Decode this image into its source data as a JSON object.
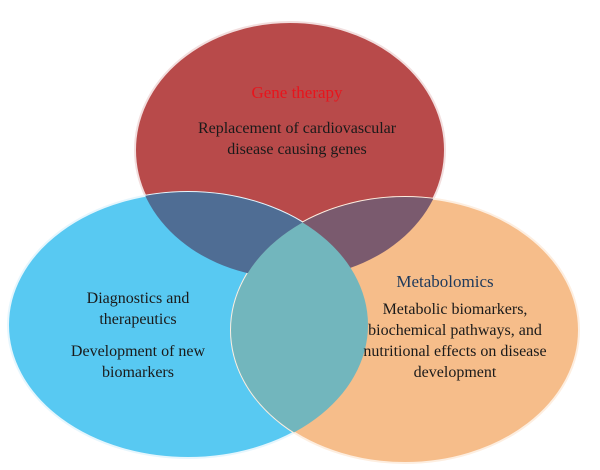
{
  "colors": {
    "background": "#ffffff",
    "gene_fill": "#b84a4a",
    "gene_stroke": "#f2dede",
    "gene_title": "#e8141c",
    "gene_text": "#1a1a1a",
    "diagnostics_fill": "#58c9f2",
    "diagnostics_stroke": "#e6f6fd",
    "diagnostics_text": "#1a1a1a",
    "metabolomics_fill": "#f6bd8a",
    "metabolomics_stroke": "#fdeee0",
    "metabolomics_title": "#1f3a5c",
    "metabolomics_text": "#1a1a1a",
    "overlap_gene_diag": "#4f6d94",
    "overlap_gene_meta": "#7a5a6e",
    "overlap_diag_meta": "#72b6bd"
  },
  "gene": {
    "title": "Gene therapy",
    "line1": "Replacement of cardiovascular",
    "line2": "disease causing genes"
  },
  "diagnostics": {
    "line1": "Diagnostics and",
    "line2": "therapeutics",
    "line3": "Development of new",
    "line4": "biomarkers"
  },
  "metabolomics": {
    "title": "Metabolomics",
    "line1": "Metabolic biomarkers,",
    "line2": "biochemical pathways, and",
    "line3": "nutritional effects on disease",
    "line4": "development"
  }
}
